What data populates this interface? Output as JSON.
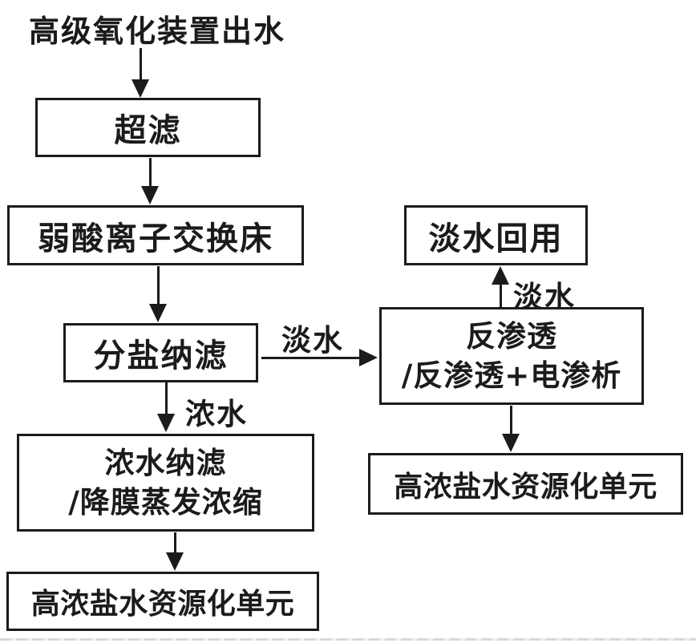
{
  "diagram": {
    "source_label": "高级氧化装置出水",
    "nodes": {
      "ultrafiltration": {
        "label": "超滤"
      },
      "weak_acid_ion_exchange": {
        "label": "弱酸离子交换床"
      },
      "salt_separation_nanofiltration": {
        "label": "分盐纳滤"
      },
      "concentrate_nanofiltration": {
        "line1": "浓水纳滤",
        "line2": "/降膜蒸发浓缩"
      },
      "brine_resource_unit_left": {
        "label": "高浓盐水资源化单元"
      },
      "fresh_water_reuse": {
        "label": "淡水回用"
      },
      "reverse_osmosis": {
        "line1": "反渗透",
        "line2": "/反渗透+电渗析"
      },
      "brine_resource_unit_right": {
        "label": "高浓盐水资源化单元"
      }
    },
    "edge_labels": {
      "fresh_water_to_ro": "淡水",
      "concentrate_to_cnf": "浓水",
      "fresh_water_to_reuse": "淡水"
    },
    "colors": {
      "stroke": "#1b1b1b",
      "background": "#ffffff"
    }
  }
}
